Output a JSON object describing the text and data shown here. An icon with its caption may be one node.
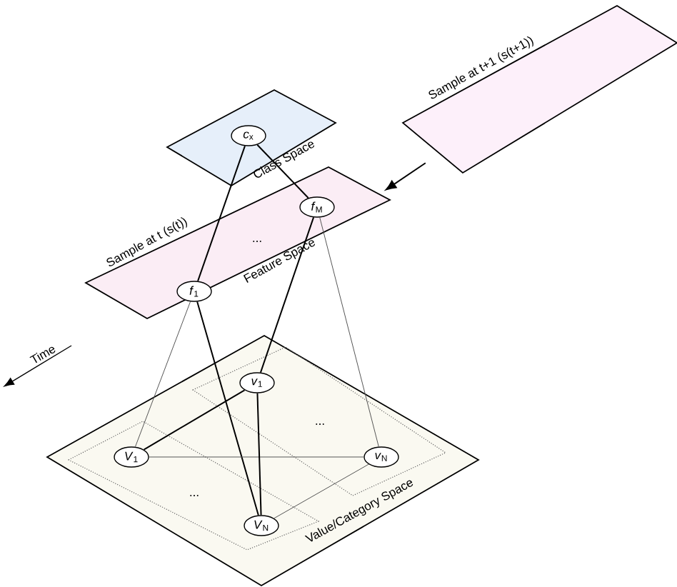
{
  "diagram": {
    "nodes": [
      {
        "text": [
          "Class Space"
        ]
      },
      {
        "text": [
          "*c*$_{x}$"
        ],
        "in": 0
      },
      {
        "text": [
          "Feature Space"
        ],
        "beside": [
          "Sample at t (s(t))"
        ]
      },
      {
        "text": [
          "*f*$_{1}$"
        ],
        "in": 2
      },
      {
        "text": [
          "*f*$_{M}$"
        ],
        "in": 2
      },
      {
        "text": [],
        "shape": "box",
        "beside": [
          "Sample at t+1 (s(t+1))"
        ]
      },
      {
        "text": [
          "Value/Category Space"
        ]
      },
      {
        "text": [],
        "shape": "box",
        "in": 6
      },
      {
        "text": [
          "*v*$_{1}$"
        ],
        "in": 7
      },
      {
        "text": [
          "*v*$_{N}$"
        ],
        "in": 7
      },
      {
        "text": [],
        "shape": "box",
        "in": 6
      },
      {
        "text": [
          "*V*$_{1}$"
        ],
        "in": 10
      },
      {
        "text": [
          "*V*$_{N}$"
        ],
        "in": 10
      }
    ],
    "edges": [
      {
        "from": 1,
        "to": 3,
        "arrow": "none"
      },
      {
        "from": 1,
        "to": 4,
        "arrow": "none"
      },
      {
        "from": 3,
        "to": 11,
        "arrow": "none",
        "color": "#555555"
      },
      {
        "from": 3,
        "to": 12,
        "arrow": "none"
      },
      {
        "from": 4,
        "to": 8,
        "arrow": "none"
      },
      {
        "from": 4,
        "to": 9,
        "arrow": "none",
        "color": "#555555"
      },
      {
        "from": 11,
        "to": 8,
        "arrow": "none"
      },
      {
        "from": 11,
        "to": 9,
        "arrow": "none",
        "color": "#555555"
      },
      {
        "from": 8,
        "to": 12,
        "arrow": "none"
      },
      {
        "from": 12,
        "to": 9,
        "arrow": "none",
        "color": "#555555"
      },
      {
        "from": 5,
        "to": 2,
        "arrow": "to"
      }
    ],
    "labels": [
      "...",
      "Time",
      "...",
      "..."
    ]
  }
}
